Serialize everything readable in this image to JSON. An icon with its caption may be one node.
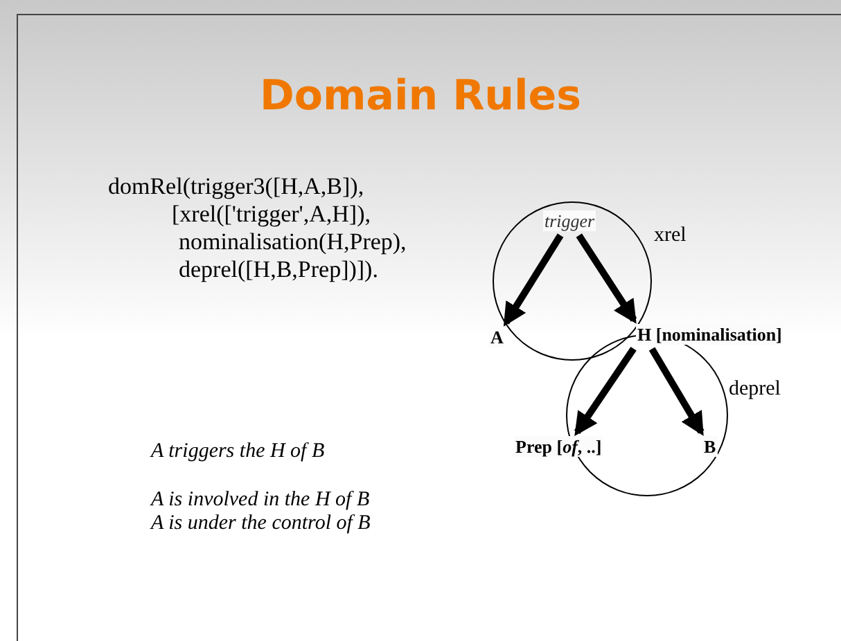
{
  "diagram": {
    "title": "Domain Rules",
    "nodes": [
      {
        "text": [
          "trigger"
        ]
      },
      {
        "text": [
          "A"
        ]
      },
      {
        "text": [
          "H [nominalisation]"
        ]
      },
      {
        "text": [
          "Prep [*of*, ..]"
        ]
      },
      {
        "text": [
          "B"
        ]
      }
    ],
    "edges": [
      {
        "from": 0,
        "to": 1,
        "arrow": "to"
      },
      {
        "from": 0,
        "to": 2,
        "arrow": "to"
      },
      {
        "from": 2,
        "to": 3,
        "arrow": "to"
      },
      {
        "from": 2,
        "to": 4,
        "arrow": "to"
      }
    ],
    "labels": [
      "domRel(trigger3([H,A,B]),",
      "[xrel(['trigger',A,H]),",
      "nominalisation(H,Prep),",
      "deprel([H,B,Prep])]).",
      "xrel",
      "deprel",
      "A triggers the H of B",
      "A is involved in the H of B",
      "A is under the control of B"
    ]
  }
}
